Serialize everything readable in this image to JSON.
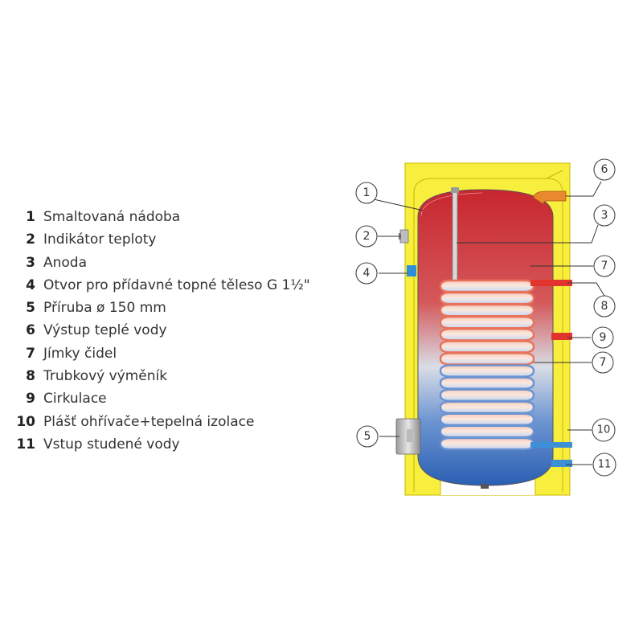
{
  "legend": [
    {
      "num": "1",
      "text": "Smaltovaná nádoba"
    },
    {
      "num": "2",
      "text": "Indikátor teploty"
    },
    {
      "num": "3",
      "text": "Anoda"
    },
    {
      "num": "4",
      "text": "Otvor pro přídavné topné těleso G 1½\""
    },
    {
      "num": "5",
      "text": "Příruba ø 150 mm"
    },
    {
      "num": "6",
      "text": "Výstup teplé vody"
    },
    {
      "num": "7",
      "text": "Jímky čidel"
    },
    {
      "num": "8",
      "text": "Trubkový výměník"
    },
    {
      "num": "9",
      "text": "Cirkulace"
    },
    {
      "num": "10",
      "text": "Plášť ohřívače+tepelná izolace"
    },
    {
      "num": "11",
      "text": "Vstup studené vody"
    }
  ],
  "callouts": {
    "c1": "1",
    "c2": "2",
    "c3": "3",
    "c4": "4",
    "c5": "5",
    "c6": "6",
    "c7a": "7",
    "c7b": "7",
    "c8": "8",
    "c9": "9",
    "c10": "10",
    "c11": "11"
  },
  "colors": {
    "insulation": "#f7ee3e",
    "insulation_stroke": "#c9b800",
    "hot": "#c8262e",
    "cold": "#2a66b8",
    "coil_hot": "#e8735a",
    "coil_cold": "#6a93d2",
    "inlet_pipe": "#3d8fd6",
    "outlet_pipe": "#e44a3a"
  }
}
